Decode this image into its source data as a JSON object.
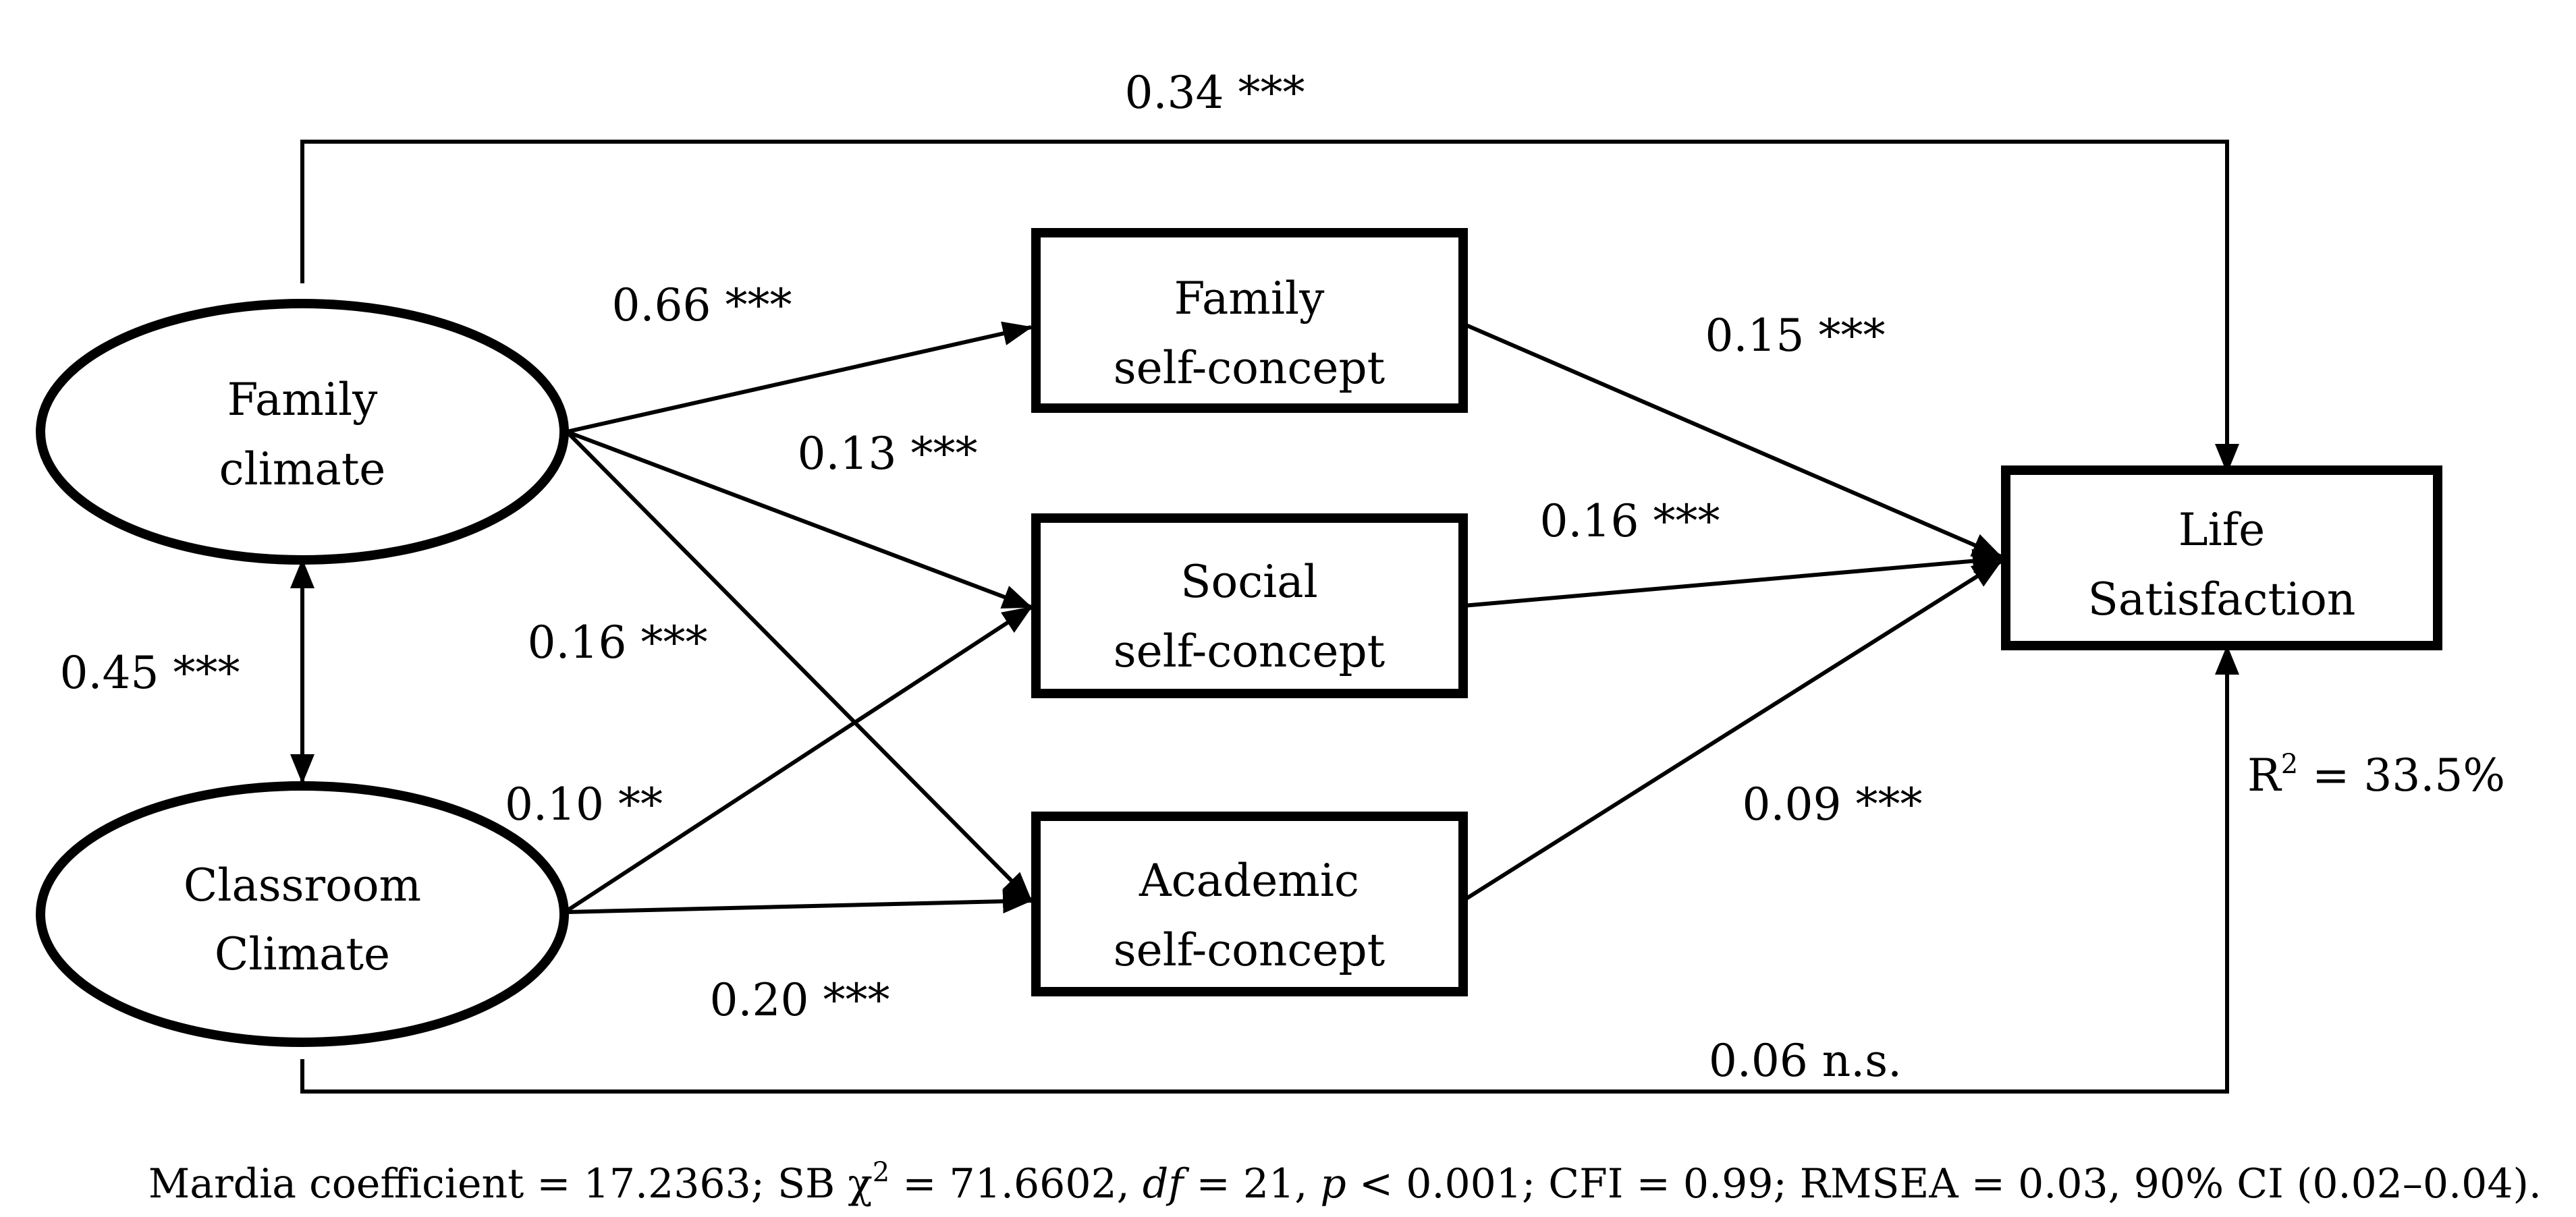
{
  "nodes": {
    "family_climate": {
      "line1": "Family",
      "line2": "climate"
    },
    "classroom_climate": {
      "line1": "Classroom",
      "line2": "Climate"
    },
    "family_self_concept": {
      "line1": "Family",
      "line2": "self-concept"
    },
    "social_self_concept": {
      "line1": "Social",
      "line2": "self-concept"
    },
    "academic_self_concept": {
      "line1": "Academic",
      "line2": "self-concept"
    },
    "life_satisfaction": {
      "line1": "Life",
      "line2": "Satisfaction"
    }
  },
  "paths": {
    "family_to_life": "0.34 ***",
    "family_to_family_sc": "0.66 ***",
    "family_to_social_sc": "0.13 ***",
    "family_to_academic_sc": "0.16 ***",
    "classroom_to_social_sc": "0.10 **",
    "classroom_to_academic_sc": "0.20 ***",
    "classroom_to_life": "0.06 n.s.",
    "family_sc_to_life": "0.15 ***",
    "social_sc_to_life": "0.16 ***",
    "academic_sc_to_life": "0.09 ***",
    "correlation": "0.45 ***"
  },
  "r_squared": {
    "prefix": "R",
    "sup": "2",
    "value": " = 33.5%"
  },
  "footer": {
    "p1": "Mardia coefficient = 17.2363; SB χ",
    "sup": "2",
    "p2": " = 71.6602, ",
    "df_label": "df",
    "p3": " = 21, ",
    "p_label": "p",
    "p4": " < 0.001; CFI = 0.99; RMSEA = 0.03, 90% CI (0.02–0.04)."
  }
}
